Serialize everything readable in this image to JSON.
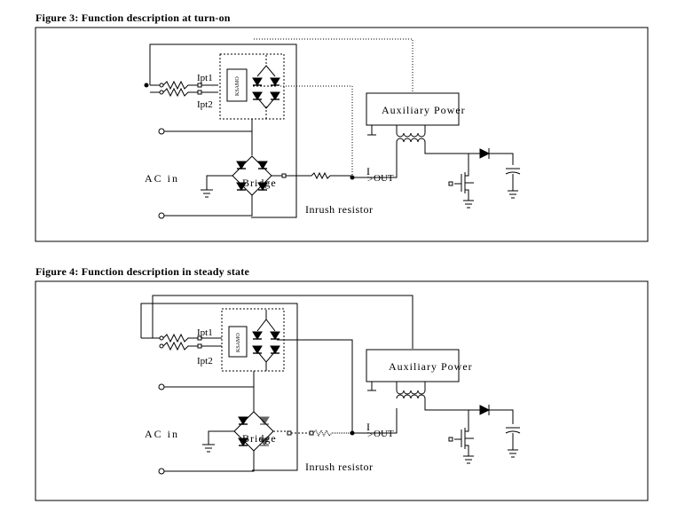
{
  "figures": [
    {
      "title": "Figure 3: Function description at turn-on",
      "labels": {
        "ipt1": "Ipt1",
        "ipt2": "Ipt2",
        "ac_in": "AC in",
        "bridge": "Bridge",
        "aux_power": "Auxiliary Power",
        "inrush": "Inrush resistor",
        "iout": "I",
        "iout_sub": "OUT",
        "chip": "KSAMO"
      }
    },
    {
      "title": "Figure 4: Function description in steady state",
      "labels": {
        "ipt1": "Ipt1",
        "ipt2": "Ipt2",
        "ac_in": "AC in",
        "bridge": "Bridge",
        "aux_power": "Auxiliary Power",
        "inrush": "Inrush resistor",
        "iout": "I",
        "iout_sub": "OUT",
        "chip": "KSAMO"
      }
    }
  ]
}
